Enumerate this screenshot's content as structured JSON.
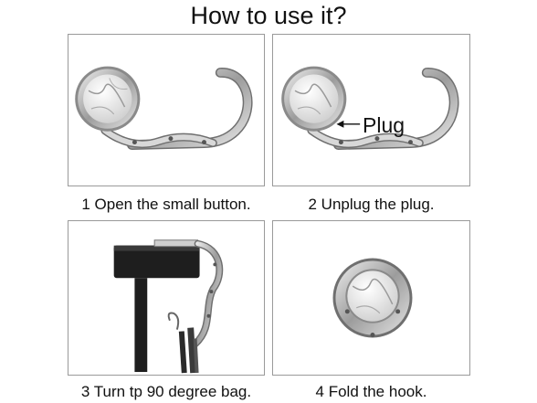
{
  "title": "How to use it?",
  "steps": [
    {
      "caption": "1 Open the small button."
    },
    {
      "caption": "2 Unplug the plug.",
      "callout": "Plug"
    },
    {
      "caption": "3 Turn tp 90 degree bag."
    },
    {
      "caption": "4 Fold the hook."
    }
  ],
  "colors": {
    "metal": "#bdbdbd",
    "metal_dark": "#6f6f6f",
    "marble": "#f2f2f2",
    "frame": "#9a9a9a",
    "table": "#1e1e1e"
  }
}
